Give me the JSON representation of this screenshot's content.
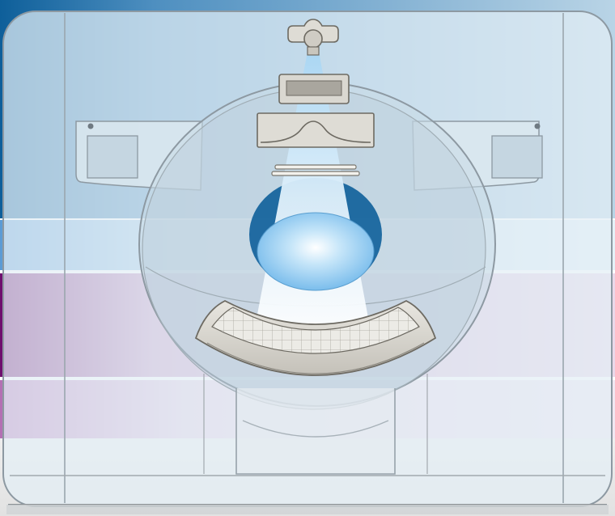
{
  "illustration": {
    "subject": "ct-scanner",
    "components": [
      "gantry-housing",
      "gantry-bore",
      "x-ray-tube",
      "collimator",
      "bowtie-filter",
      "fan-beam",
      "patient-cross-section",
      "detector-array",
      "side-panels",
      "patient-table-base"
    ]
  },
  "colors": {
    "band_blue_dark": "#0e5f9a",
    "band_blue_light": "#5b9bd5",
    "band_purple_dark": "#6e0f6e",
    "band_purple_light": "#b46fb4",
    "gantry_tint": "#cfe0ec",
    "beam": "#e8f4fc",
    "patient": "#7cc0ee",
    "detector": "#cfcdc7"
  }
}
